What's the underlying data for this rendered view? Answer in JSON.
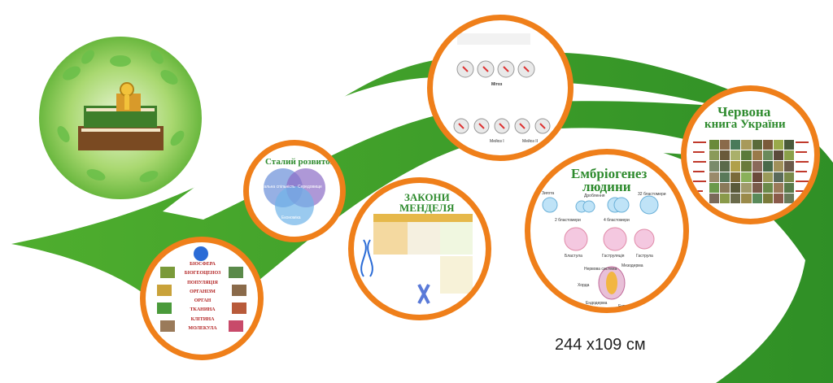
{
  "poster": {
    "size_label": "244 х109 см",
    "accent_orange": "#ef7f1a",
    "accent_green": "#3a9a2a"
  },
  "sustainable": {
    "title": "Сталий розвиток",
    "labels": [
      "Соціальна спільність",
      "Середовище",
      "Економіка"
    ]
  },
  "levels": {
    "items": [
      "БІОСФЕРА",
      "БІОГЕОЦЕНОЗ",
      "ПОПУЛЯЦІЯ",
      "ОРГАНІЗМ",
      "ОРГАН",
      "ТКАНИНА",
      "КЛІТИНА",
      "МОЛЕКУЛА"
    ]
  },
  "mendel": {
    "title_line1": "ЗАКОНИ",
    "title_line2": "МЕНДЕЛЯ"
  },
  "mitosis": {
    "label_mitosis": "Мітоз",
    "label_meiosis1": "Мейоз I",
    "label_meiosis2": "Мейоз II"
  },
  "embryo": {
    "title_line1": "Ембріогенез",
    "title_line2": "людини",
    "zygote": "Зигота",
    "cleavage": "Дроблення",
    "blast32": "32 бластомери",
    "blast2": "2 бластомери",
    "blast4": "4 бластомери",
    "blastula": "Бластула",
    "gastrulation": "Гаструляція",
    "gastrula": "Гаструла",
    "nervous": "Нервова система",
    "mesoderm": "Мезодерма",
    "chord": "Хорда",
    "endoderm": "Ендодерма",
    "ectoderm": "Ектодерма"
  },
  "redbook": {
    "title_line1": "Червона",
    "title_line2": "книга України"
  }
}
